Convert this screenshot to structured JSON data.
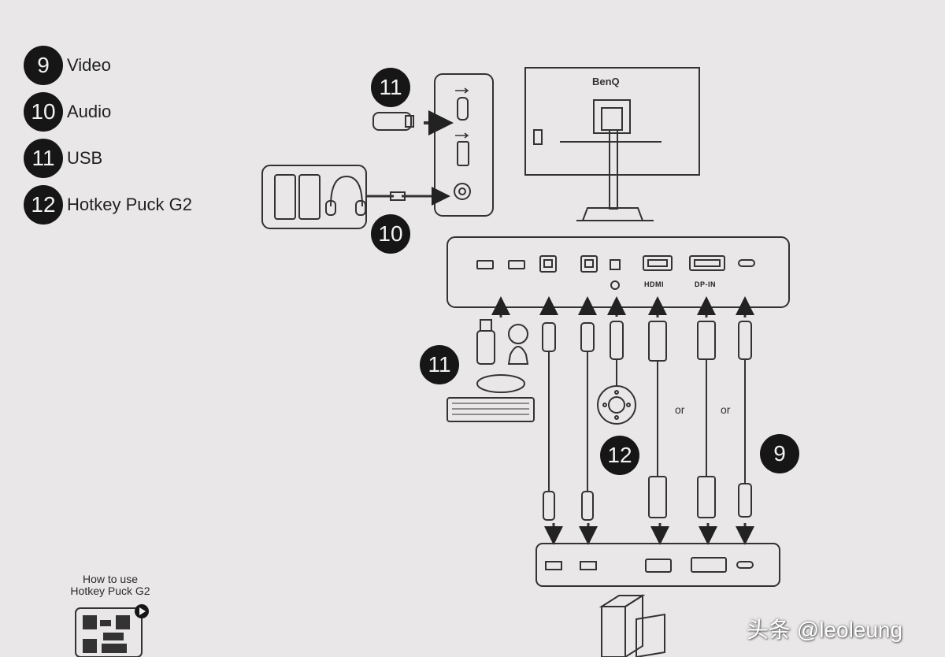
{
  "legend": [
    {
      "number": "9",
      "label": "Video"
    },
    {
      "number": "10",
      "label": "Audio"
    },
    {
      "number": "11",
      "label": "USB"
    },
    {
      "number": "12",
      "label": "Hotkey Puck G2"
    }
  ],
  "badges": {
    "usb_side": "11",
    "audio_side": "10",
    "usb_devices": "11",
    "hotkey_puck": "12",
    "video": "9"
  },
  "monitor": {
    "brand": "BenQ"
  },
  "ports": {
    "hdmi": "HDMI",
    "dp_in": "DP-IN"
  },
  "connectors": {
    "or_1": "or",
    "or_2": "or"
  },
  "qr": {
    "caption_line1": "How to use",
    "caption_line2": "Hotkey Puck G2"
  },
  "watermark": "头条 @leoleung",
  "colors": {
    "background": "#e9e7e8",
    "ink": "#161616",
    "line": "#333333"
  }
}
